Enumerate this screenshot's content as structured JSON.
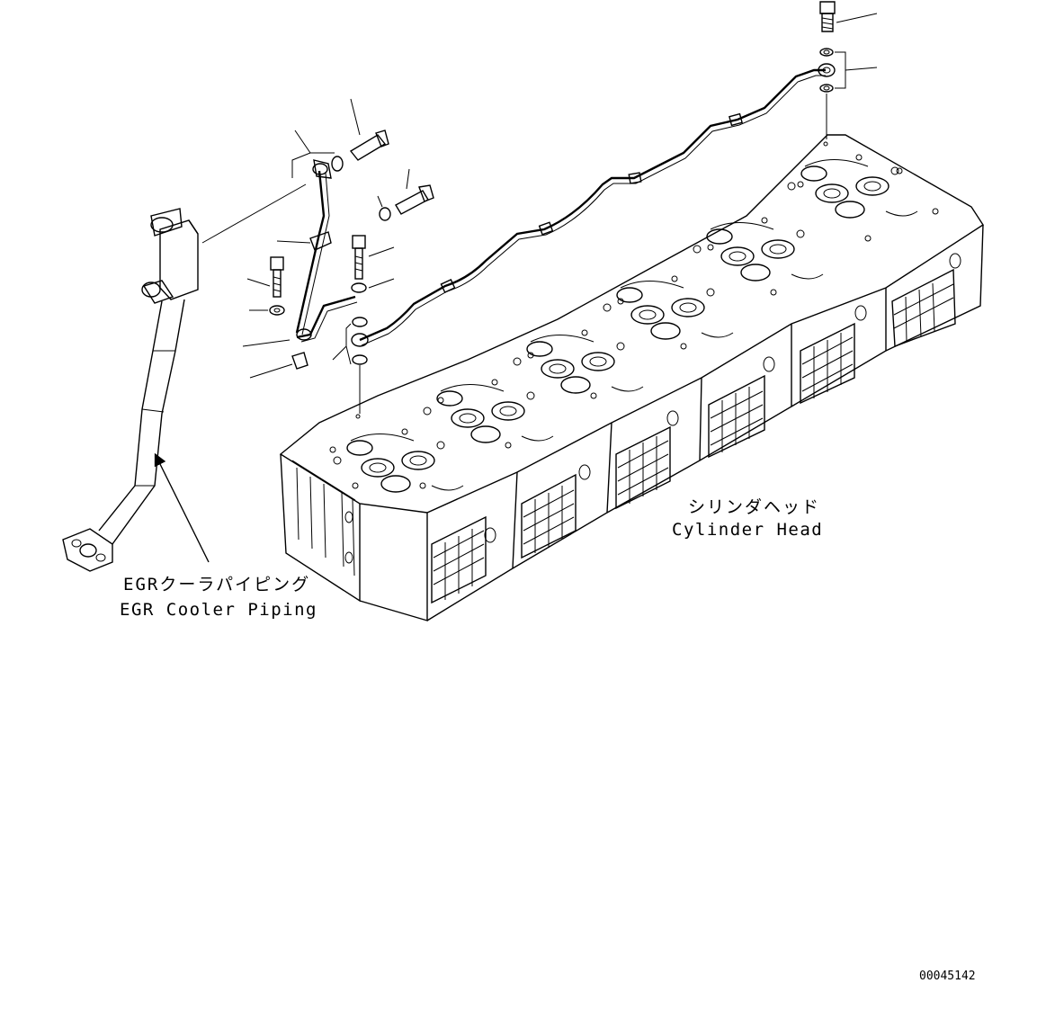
{
  "labels": {
    "egr_jp": "EGRクーラパイピング",
    "egr_en": "EGR Cooler Piping",
    "head_jp": "シリンダヘッド",
    "head_en": "Cylinder Head",
    "drawing_number": "00045142"
  },
  "colors": {
    "line": "#000000",
    "background": "#ffffff"
  }
}
